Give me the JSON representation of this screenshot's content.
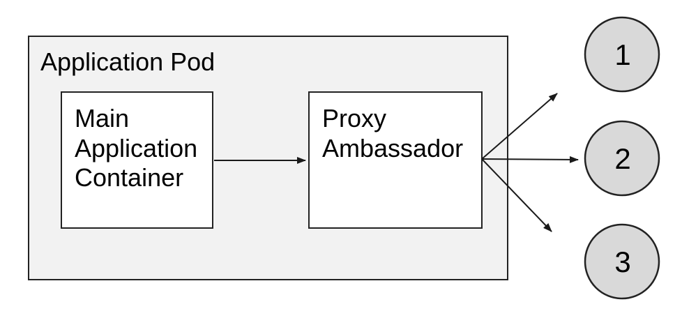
{
  "diagram": {
    "pod": {
      "label": "Application Pod",
      "fill": "#f2f2f2"
    },
    "nodes": {
      "main_container": {
        "lines": [
          "Main",
          "Application",
          "Container"
        ],
        "fill": "#ffffff"
      },
      "proxy_ambassador": {
        "lines": [
          "Proxy",
          "Ambassador"
        ],
        "fill": "#ffffff"
      }
    },
    "endpoints": [
      {
        "label": "1",
        "fill": "#d9d9d9"
      },
      {
        "label": "2",
        "fill": "#d9d9d9"
      },
      {
        "label": "3",
        "fill": "#d9d9d9"
      }
    ],
    "connections": [
      {
        "from": "main-application-container",
        "to": "proxy-ambassador"
      },
      {
        "from": "proxy-ambassador",
        "to": "endpoint-1"
      },
      {
        "from": "proxy-ambassador",
        "to": "endpoint-2"
      },
      {
        "from": "proxy-ambassador",
        "to": "endpoint-3"
      }
    ],
    "colors": {
      "background": "#ffffff",
      "pod_fill": "#f2f2f2",
      "node_fill": "#ffffff",
      "endpoint_fill": "#d9d9d9",
      "stroke": "#222222",
      "text": "#000000"
    }
  }
}
